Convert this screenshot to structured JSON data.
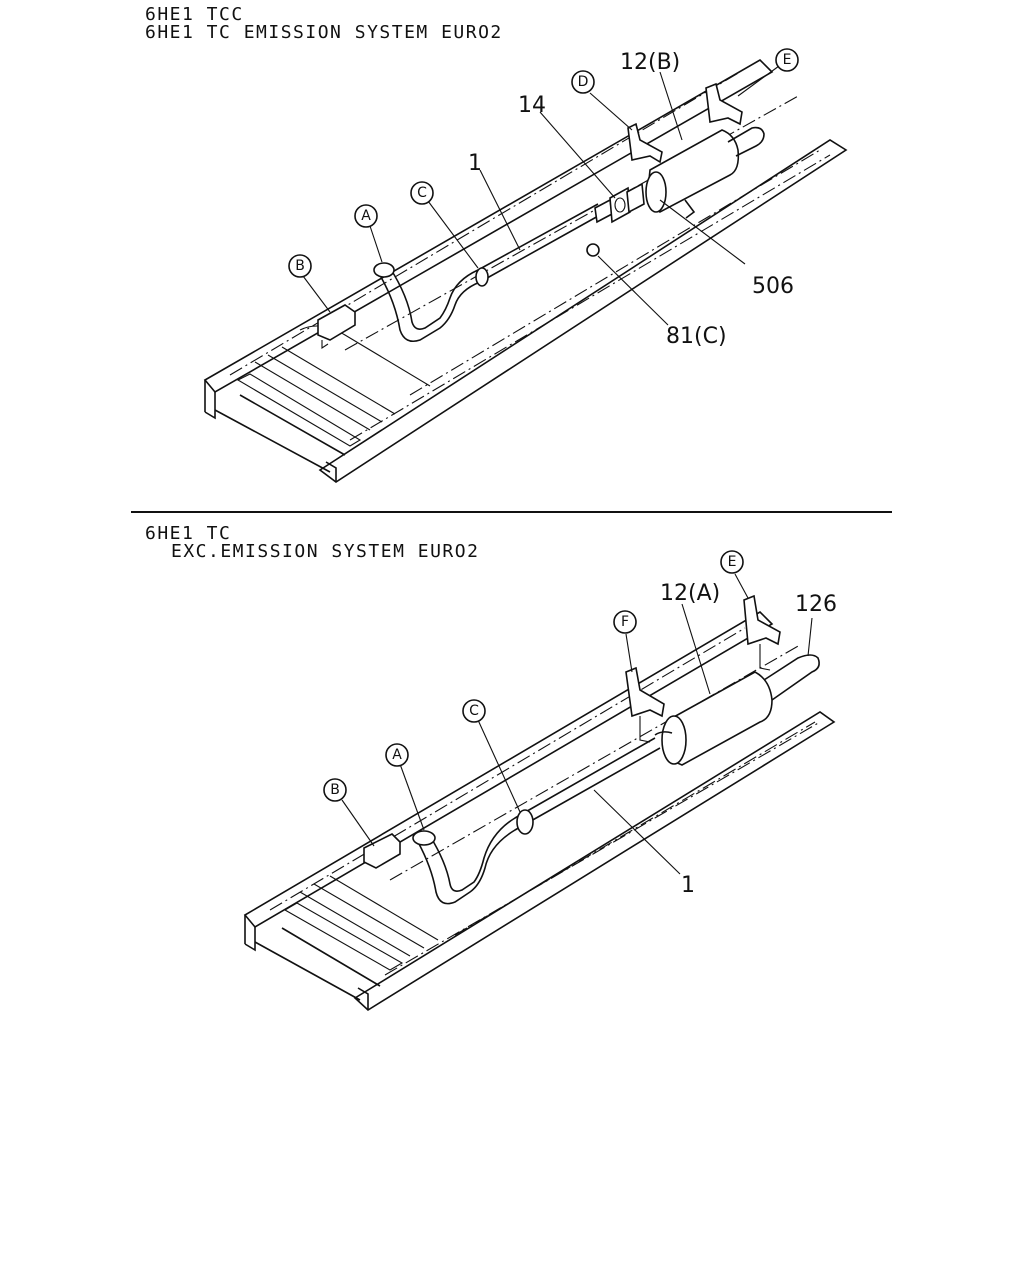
{
  "headers": {
    "top_line1": "6HE1 TCC",
    "top_line2": "6HE1 TC EMISSION SYSTEM EURO2",
    "bottom_line1": "6HE1 TC",
    "bottom_line2": "EXC.EMISSION SYSTEM EURO2"
  },
  "top_diagram": {
    "labels": {
      "part_12b": "12(B)",
      "part_14": "14",
      "part_1": "1",
      "part_506": "506",
      "part_81c": "81(C)"
    },
    "callouts": {
      "a": "A",
      "b": "B",
      "c": "C",
      "d": "D",
      "e": "E"
    }
  },
  "bottom_diagram": {
    "labels": {
      "part_12a": "12(A)",
      "part_126": "126",
      "part_1": "1"
    },
    "callouts": {
      "a": "A",
      "b": "B",
      "c": "C",
      "e": "E",
      "f": "F"
    }
  }
}
